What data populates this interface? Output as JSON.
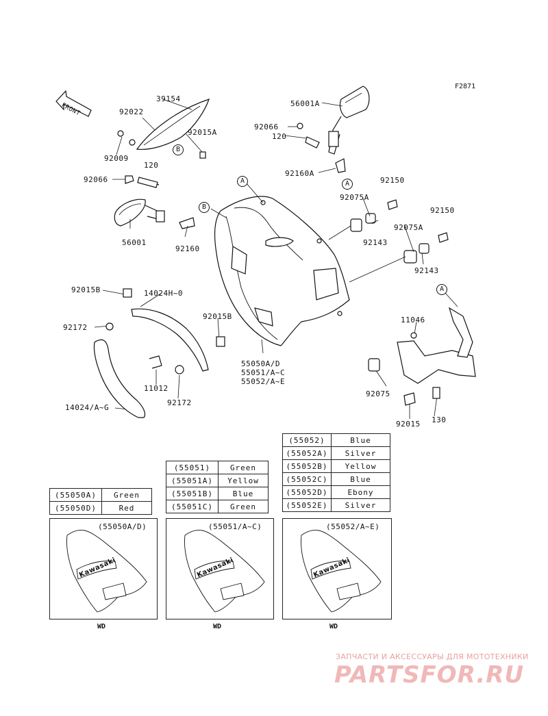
{
  "figure_code": "F2871",
  "front_label": "FRONT",
  "callouts": {
    "a": "A",
    "b": "B"
  },
  "part_numbers": {
    "p39154": "39154",
    "p92022": "92022",
    "p92015A": "92015A",
    "p92009": "92009",
    "p120_left": "120",
    "p92066_left": "92066",
    "p56001": "56001",
    "p92160": "92160",
    "p56001A": "56001A",
    "p92066_right": "92066",
    "p120_right": "120",
    "p92160A": "92160A",
    "p92150_1": "92150",
    "p92075A_1": "92075A",
    "p92143_1": "92143",
    "p92150_2": "92150",
    "p92075A_2": "92075A",
    "p92143_2": "92143",
    "p92015B_1": "92015B",
    "p14024H": "14024H~0",
    "p92172_1": "92172",
    "p92015B_2": "92015B",
    "p11012": "11012",
    "p92172_2": "92172",
    "p14024": "14024/A~G",
    "p55050": "55050A/D",
    "p55051": "55051/A~C",
    "p55052": "55052/A~E",
    "p11046": "11046",
    "p92075": "92075",
    "p92015": "92015",
    "p130": "130"
  },
  "color_tables": {
    "t55050": [
      {
        "code": "(55050A)",
        "color": "Green"
      },
      {
        "code": "(55050D)",
        "color": "Red"
      }
    ],
    "t55051": [
      {
        "code": "(55051)",
        "color": "Green"
      },
      {
        "code": "(55051A)",
        "color": "Yellow"
      },
      {
        "code": "(55051B)",
        "color": "Blue"
      },
      {
        "code": "(55051C)",
        "color": "Green"
      }
    ],
    "t55052": [
      {
        "code": "(55052)",
        "color": "Blue"
      },
      {
        "code": "(55052A)",
        "color": "Silver"
      },
      {
        "code": "(55052B)",
        "color": "Yellow"
      },
      {
        "code": "(55052C)",
        "color": "Blue"
      },
      {
        "code": "(55052D)",
        "color": "Ebony"
      },
      {
        "code": "(55052E)",
        "color": "Silver"
      }
    ]
  },
  "variant_panels": [
    {
      "caption": "(55050A/D)",
      "footer": "WD",
      "decal": "Kawasaki"
    },
    {
      "caption": "(55051/A~C)",
      "footer": "WD",
      "decal": "Kawasaki"
    },
    {
      "caption": "(55052/A~E)",
      "footer": "WD",
      "decal": "Kawasaki"
    }
  ],
  "watermark": {
    "tagline": "ЗАПЧАСТИ И АКСЕССУАРЫ ДЛЯ МОТОТЕХНИКИ",
    "logo": "PARTSFOR.RU"
  },
  "colors": {
    "line": "#111111",
    "watermark": "#e8a0a0"
  }
}
